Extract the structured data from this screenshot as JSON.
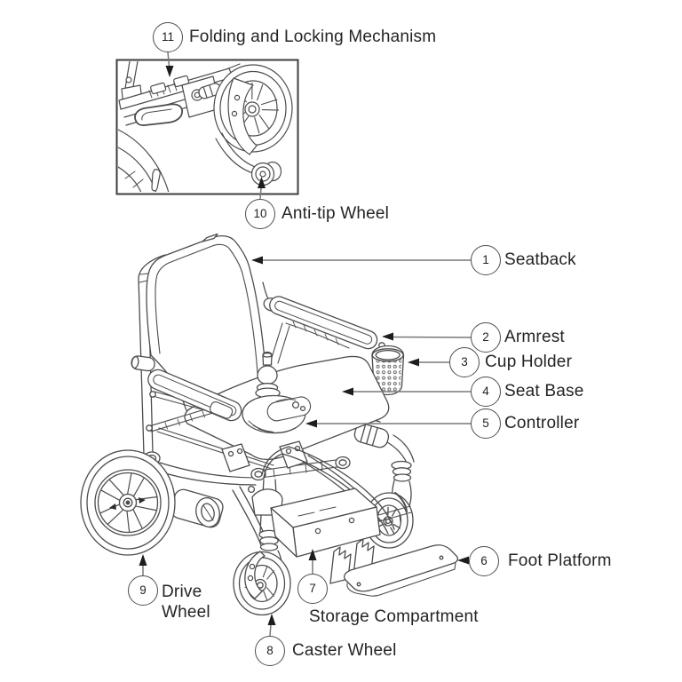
{
  "callouts": [
    {
      "num": "1",
      "label": "Seatback"
    },
    {
      "num": "2",
      "label": "Armrest"
    },
    {
      "num": "3",
      "label": "Cup Holder"
    },
    {
      "num": "4",
      "label": "Seat Base"
    },
    {
      "num": "5",
      "label": "Controller"
    },
    {
      "num": "6",
      "label": "Foot Platform"
    },
    {
      "num": "7",
      "label": "Storage Compartment"
    },
    {
      "num": "8",
      "label": "Caster Wheel"
    },
    {
      "num": "9",
      "label": "Drive Wheel"
    },
    {
      "num": "10",
      "label": "Anti-tip Wheel"
    },
    {
      "num": "11",
      "label": "Folding and Locking Mechanism"
    }
  ],
  "colors": {
    "line": "#4c4c4c",
    "leader": "#787878",
    "arrow": "#1d1d1d",
    "text": "#242424",
    "background": "#ffffff"
  }
}
